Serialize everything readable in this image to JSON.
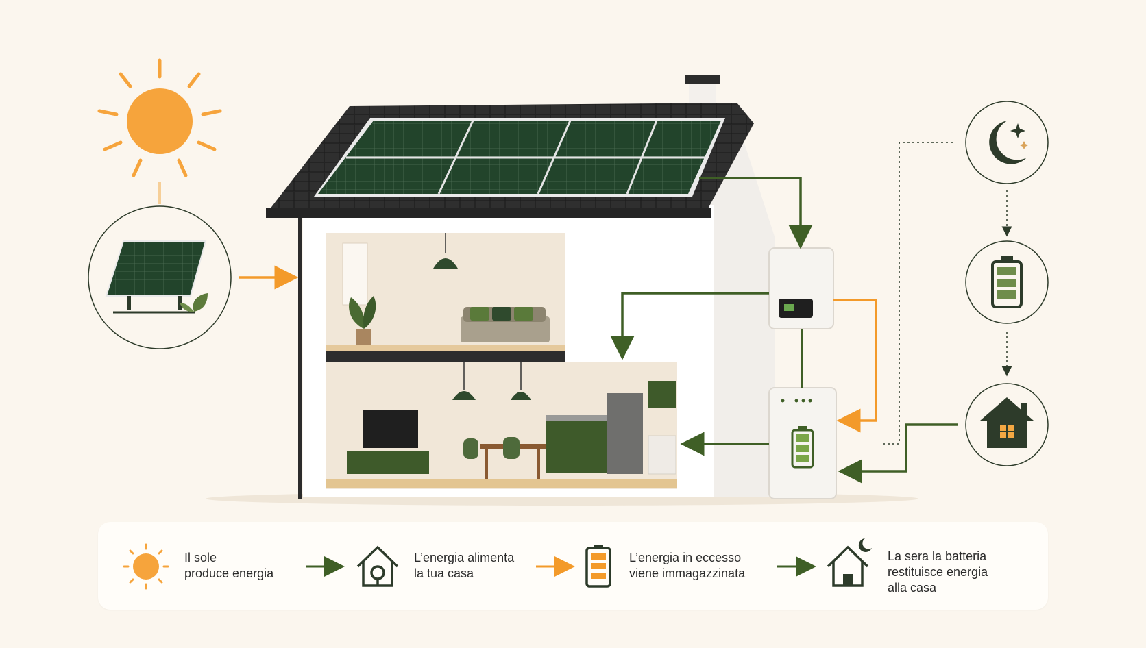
{
  "colors": {
    "background": "#fbf6ee",
    "accent_green": "#3f5f26",
    "accent_orange": "#f39a2a",
    "panel_dark": "#1f3a26",
    "roof": "#2c2c2c"
  },
  "scene_icons": {
    "sun": "sun-icon",
    "solar_array": "solar-panel-icon",
    "night": "moon-stars-icon",
    "battery": "battery-icon",
    "home": "house-icon"
  },
  "steps": [
    {
      "icon": "sun-icon",
      "text": "Il sole\nproduce energia"
    },
    {
      "icon": "house-energy-icon",
      "text": "L’energia alimenta\nla tua casa"
    },
    {
      "icon": "battery-icon",
      "text": "L’energia in eccesso\nviene immagazzinata"
    },
    {
      "icon": "house-night-icon",
      "text": "La sera la batteria\nrestituisce energia\nalla casa"
    }
  ]
}
